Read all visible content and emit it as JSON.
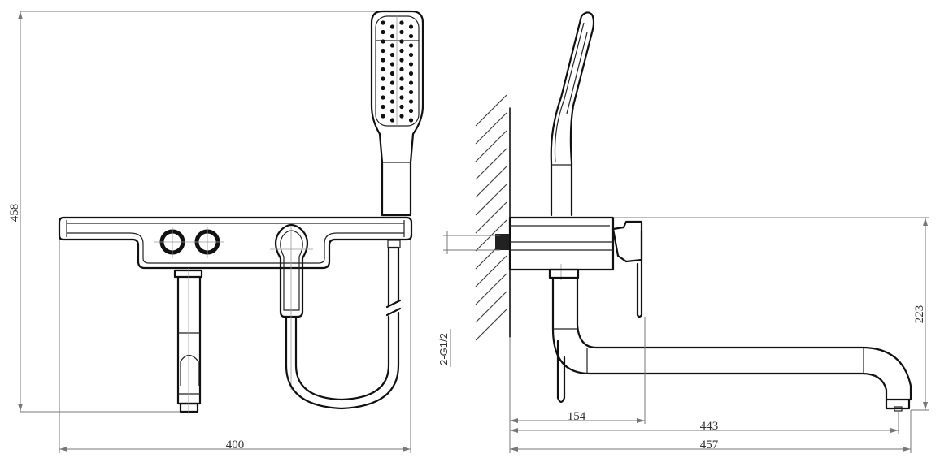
{
  "front_view": {
    "dimensions": {
      "height": "458",
      "width": "400"
    }
  },
  "side_view": {
    "dimensions": {
      "height": "223",
      "handle_depth": "154",
      "spout_reach": "443",
      "overall_depth": "457",
      "connection": "2-G1/2"
    }
  },
  "colors": {
    "line": "#111111",
    "dimension": "#777777"
  }
}
